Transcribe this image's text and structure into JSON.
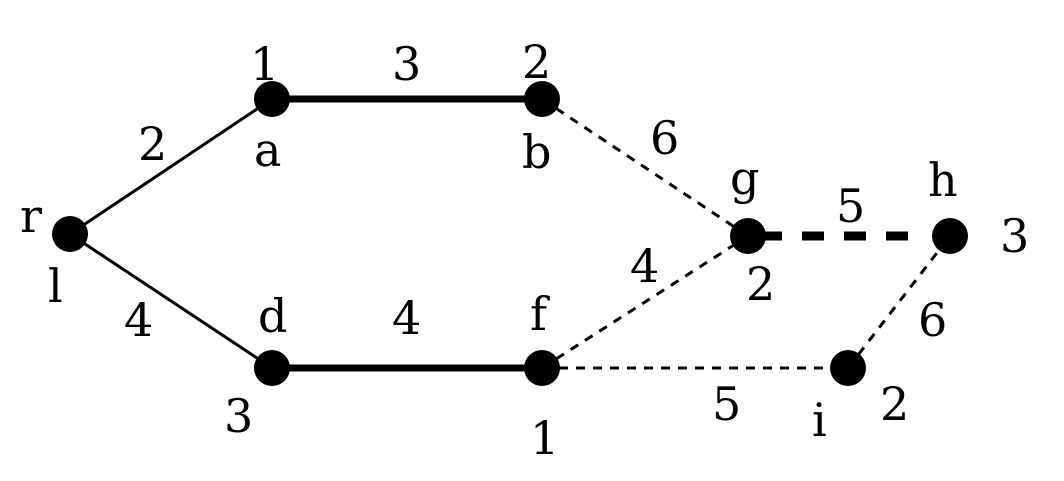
{
  "nodes": [
    {
      "id": "r",
      "name": "r",
      "value": "l"
    },
    {
      "id": "a",
      "name": "a",
      "value": "1"
    },
    {
      "id": "b",
      "name": "b",
      "value": "2"
    },
    {
      "id": "d",
      "name": "d",
      "value": "3"
    },
    {
      "id": "f",
      "name": "f",
      "value": "1"
    },
    {
      "id": "g",
      "name": "g",
      "value": "2"
    },
    {
      "id": "h",
      "name": "h",
      "value": "3"
    },
    {
      "id": "i",
      "name": "i",
      "value": "2"
    }
  ],
  "edges": [
    {
      "from": "r",
      "to": "a",
      "weight": "2",
      "style": "thin"
    },
    {
      "from": "r",
      "to": "d",
      "weight": "4",
      "style": "thin"
    },
    {
      "from": "a",
      "to": "b",
      "weight": "3",
      "style": "thick"
    },
    {
      "from": "d",
      "to": "f",
      "weight": "4",
      "style": "thick"
    },
    {
      "from": "b",
      "to": "g",
      "weight": "6",
      "style": "dashed"
    },
    {
      "from": "f",
      "to": "g",
      "weight": "4",
      "style": "dashed"
    },
    {
      "from": "g",
      "to": "h",
      "weight": "5",
      "style": "dashed-thick"
    },
    {
      "from": "f",
      "to": "i",
      "weight": "5",
      "style": "dashed"
    },
    {
      "from": "i",
      "to": "h",
      "weight": "6",
      "style": "dashed"
    }
  ]
}
